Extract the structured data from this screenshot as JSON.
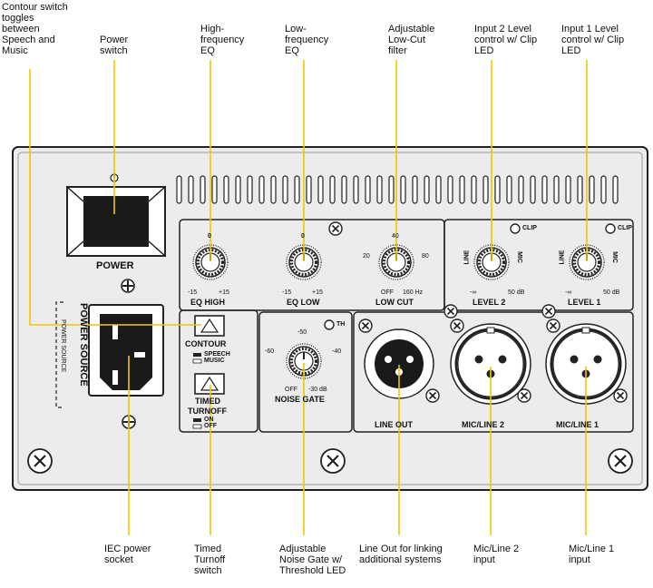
{
  "callouts_top": [
    {
      "id": "contour",
      "text": "Contour switch toggles between Speech and Music"
    },
    {
      "id": "power",
      "text": "Power switch"
    },
    {
      "id": "eq-high",
      "text": "High-frequency EQ"
    },
    {
      "id": "eq-low",
      "text": "Low-frequency EQ"
    },
    {
      "id": "low-cut",
      "text": "Adjustable Low-Cut filter"
    },
    {
      "id": "input2",
      "text": "Input 2 Level control w/ Clip LED"
    },
    {
      "id": "input1",
      "text": "Input 1 Level control w/ Clip LED"
    }
  ],
  "callouts_bottom": [
    {
      "id": "iec",
      "text": "IEC power socket"
    },
    {
      "id": "timed",
      "text": "Timed Turnoff switch"
    },
    {
      "id": "noise",
      "text": "Adjustable Noise Gate w/ Threshold LED"
    },
    {
      "id": "lineout",
      "text": "Line Out for linking additional systems"
    },
    {
      "id": "micline2",
      "text": "Mic/Line 2 input"
    },
    {
      "id": "micline1",
      "text": "Mic/Line 1 input"
    }
  ],
  "panel": {
    "power_label": "POWER",
    "power_source": "POWER SOURCE",
    "power_source_small": "POWER SOURCE",
    "eq_high": {
      "label": "EQ HIGH",
      "min": "-15",
      "max": "+15",
      "top": "0"
    },
    "eq_low": {
      "label": "EQ LOW",
      "min": "-15",
      "max": "+15",
      "top": "0"
    },
    "low_cut": {
      "label": "LOW CUT",
      "left": "20",
      "top": "40",
      "right": "80",
      "min": "OFF",
      "max": "160 Hz"
    },
    "level2": {
      "label": "LEVEL 2",
      "left": "LINE",
      "right": "MIC",
      "min": "-∞",
      "max": "50 dB",
      "clip": "CLIP"
    },
    "level1": {
      "label": "LEVEL 1",
      "left": "LINE",
      "right": "MIC",
      "min": "-∞",
      "max": "50 dB",
      "clip": "CLIP"
    },
    "contour": {
      "label": "CONTOUR",
      "opt1": "SPEECH",
      "opt2": "MUSIC"
    },
    "timed": {
      "label1": "TIMED",
      "label2": "TURNOFF",
      "opt1": "ON",
      "opt2": "OFF"
    },
    "noise_gate": {
      "label": "NOISE GATE",
      "top": "-50",
      "left": "-60",
      "right": "-40",
      "min": "OFF",
      "max": "-30 dB",
      "th": "TH"
    },
    "line_out": "LINE OUT",
    "mic_line2": "MIC/LINE 2",
    "mic_line1": "MIC/LINE 1"
  },
  "colors": {
    "leader": "#f5c400",
    "panel": "#ececec",
    "stroke": "#222222"
  }
}
